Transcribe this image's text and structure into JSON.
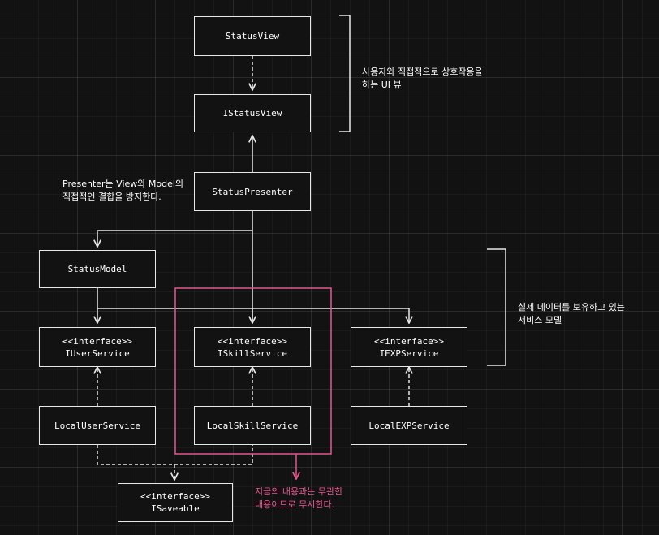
{
  "diagram": {
    "nodes": {
      "status_view": {
        "label": "StatusView"
      },
      "istatus_view": {
        "label": "IStatusView"
      },
      "status_presenter": {
        "label": "StatusPresenter"
      },
      "status_model": {
        "label": "StatusModel"
      },
      "iuser_service": {
        "stereotype": "<<interface>>",
        "label": "IUserService"
      },
      "iskill_service": {
        "stereotype": "<<interface>>",
        "label": "ISkillService"
      },
      "iexp_service": {
        "stereotype": "<<interface>>",
        "label": "IEXPService"
      },
      "local_user_service": {
        "label": "LocalUserService"
      },
      "local_skill_service": {
        "label": "LocalSkillService"
      },
      "local_exp_service": {
        "label": "LocalEXPService"
      },
      "isaveable": {
        "stereotype": "<<interface>>",
        "label": "ISaveable"
      }
    },
    "notes": {
      "view_note": "사용자와 직접적으로 상호작용을\n하는 UI 뷰",
      "presenter_note": "Presenter는 View와 Model의\n직접적인 결합을 방지한다.",
      "service_note": "실제 데이터를 보유하고 있는\n서비스 모델",
      "ignore_note": "지금의 내용과는 무관한\n내용이므로 무시한다."
    },
    "colors": {
      "background": "#121212",
      "line": "#e8e8e8",
      "highlight": "#e8568f"
    }
  }
}
